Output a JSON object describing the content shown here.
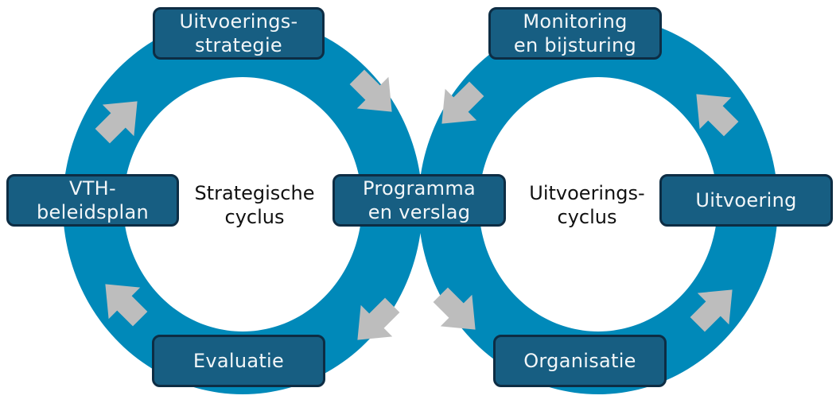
{
  "colors": {
    "ring": "#0089b9",
    "node_fill": "#175e82",
    "node_border": "#0d2d44",
    "arrow": "#bdbdbd",
    "node_text": "#f2f6f8",
    "label_text": "#111111"
  },
  "left_cycle": {
    "label_lines": [
      "Strategische",
      "cyclus"
    ],
    "nodes": {
      "top": [
        "Uitvoerings-",
        "strategie"
      ],
      "left": [
        "VTH-",
        "beleidsplan"
      ],
      "bottom": [
        "Evaluatie"
      ]
    },
    "arrows": [
      "arrow-up-right",
      "arrow-down-right",
      "arrow-down-left",
      "arrow-up-left"
    ]
  },
  "shared_node": [
    "Programma",
    "en verslag"
  ],
  "right_cycle": {
    "label_lines": [
      "Uitvoerings-",
      "cyclus"
    ],
    "nodes": {
      "top": [
        "Monitoring",
        "en bijsturing"
      ],
      "right": [
        "Uitvoering"
      ],
      "bottom": [
        "Organisatie"
      ]
    },
    "arrows": [
      "arrow-down-left",
      "arrow-up-left",
      "arrow-up-right",
      "arrow-down-right"
    ]
  }
}
